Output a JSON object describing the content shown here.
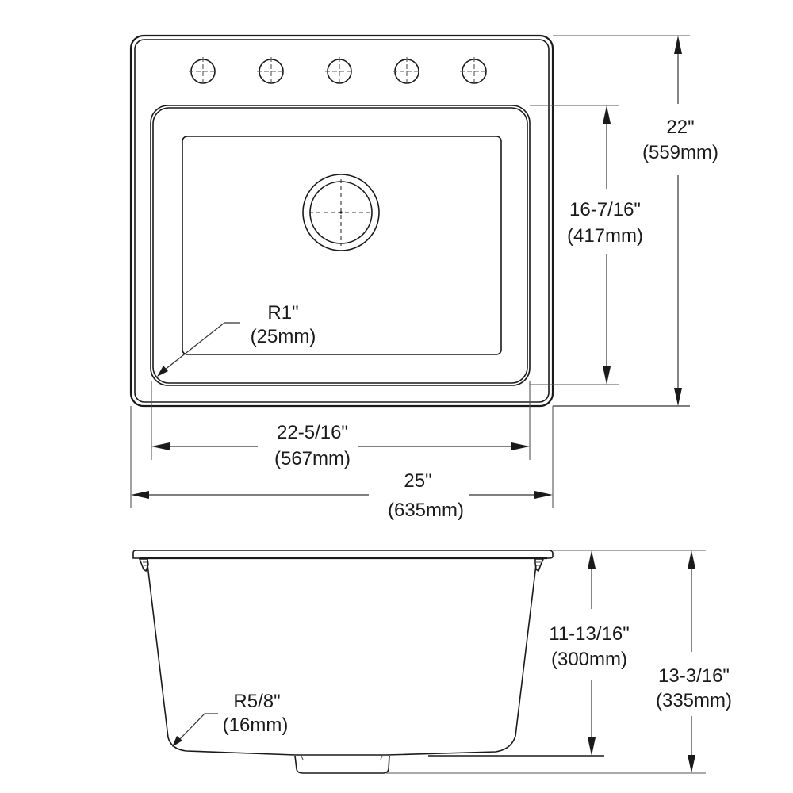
{
  "drawing": {
    "top_view": {
      "faucet_holes": 5,
      "dimensions": {
        "overall_depth": {
          "imperial": "22\"",
          "metric": "(559mm)"
        },
        "bowl_depth": {
          "imperial": "16-7/16\"",
          "metric": "(417mm)"
        },
        "bowl_width": {
          "imperial": "22-5/16\"",
          "metric": "(567mm)"
        },
        "overall_width": {
          "imperial": "25\"",
          "metric": "(635mm)"
        },
        "corner_radius": {
          "imperial": "R1\"",
          "metric": "(25mm)"
        }
      }
    },
    "side_view": {
      "dimensions": {
        "bowl_height": {
          "imperial": "11-13/16\"",
          "metric": "(300mm)"
        },
        "overall_height": {
          "imperial": "13-3/16\"",
          "metric": "(335mm)"
        },
        "bottom_radius": {
          "imperial": "R5/8\"",
          "metric": "(16mm)"
        }
      }
    }
  }
}
